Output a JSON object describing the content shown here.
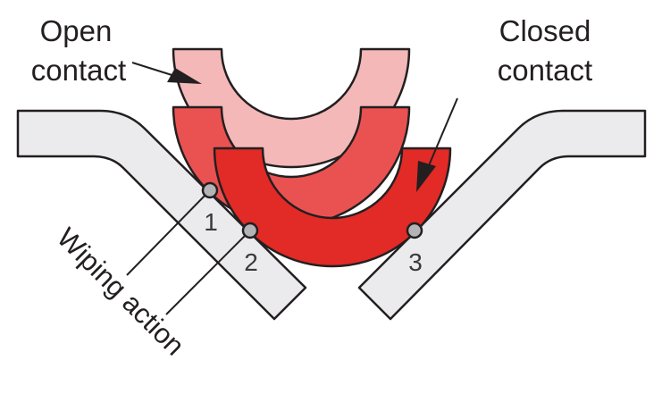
{
  "title_labels": {
    "open_line1": "Open",
    "open_line2": "contact",
    "closed_line1": "Closed",
    "closed_line2": "contact",
    "wiping": "Wiping action"
  },
  "points": [
    {
      "label": "1"
    },
    {
      "label": "2"
    },
    {
      "label": "3"
    }
  ],
  "colors": {
    "terminal_fill": "#ebebed",
    "open_contact": "#f4b8b8",
    "mid_contact": "#ea5252",
    "closed_contact": "#e22a26",
    "contact_point": "#b4b4b6",
    "outline": "#231f20"
  }
}
